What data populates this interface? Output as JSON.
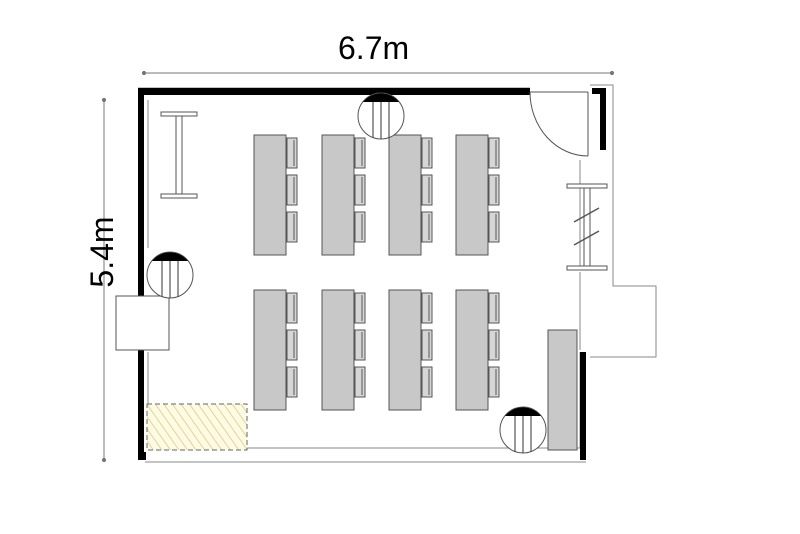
{
  "dimensions": {
    "width_label": "6.7m",
    "height_label": "5.4m"
  },
  "layout": {
    "table_group_columns": 4,
    "table_group_rows": 2,
    "chairs_per_table_column": 3
  },
  "colors": {
    "wall": "#000000",
    "table_fill": "#c8c8c8",
    "chair_fill": "#d6d6d6",
    "outline": "#555555",
    "hatch_fill": "#fdfbe6",
    "hatch_line": "#e2d58a"
  }
}
